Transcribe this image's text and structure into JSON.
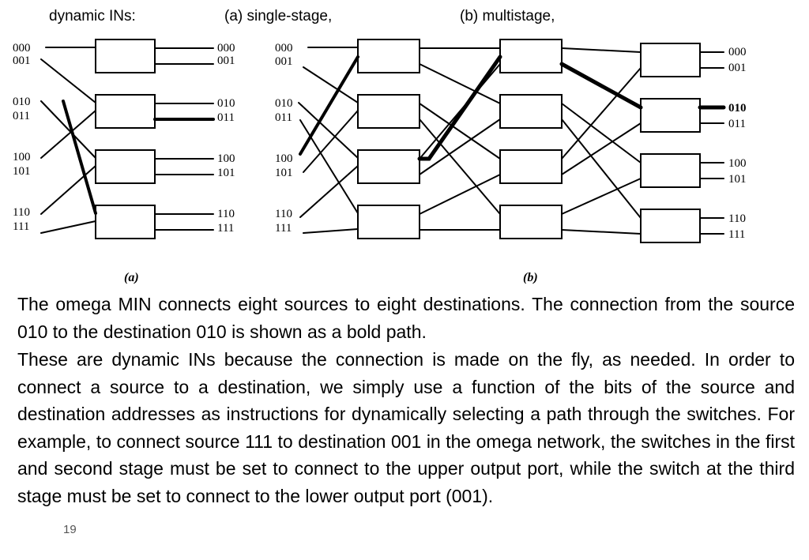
{
  "header": {
    "topic": "dynamic INs:",
    "single_stage": "(a) single-stage,",
    "multistage": "(b) multistage,"
  },
  "diagram": {
    "labels": [
      "000",
      "001",
      "010",
      "011",
      "100",
      "101",
      "110",
      "111"
    ],
    "caption_a": "(a)",
    "caption_b": "(b)",
    "bold_path": {
      "source": "010",
      "destination": "010"
    }
  },
  "text": {
    "para1": "The omega MIN connects eight sources to eight destinations. The connection from the source 010 to the destination 010 is shown as a bold path.",
    "para2": "These are dynamic INs because the connection is made on the fly, as needed. In order to connect a source to a destination, we simply use a function of the bits of the source and destination addresses as instructions for dynamically selecting a path through the switches. For example, to connect source 111 to destination 001 in the omega network, the switches in the first and second stage must be set to connect to the upper output port, while the switch at the third stage must be set to connect to the lower output port (001)."
  },
  "page_number": "19"
}
